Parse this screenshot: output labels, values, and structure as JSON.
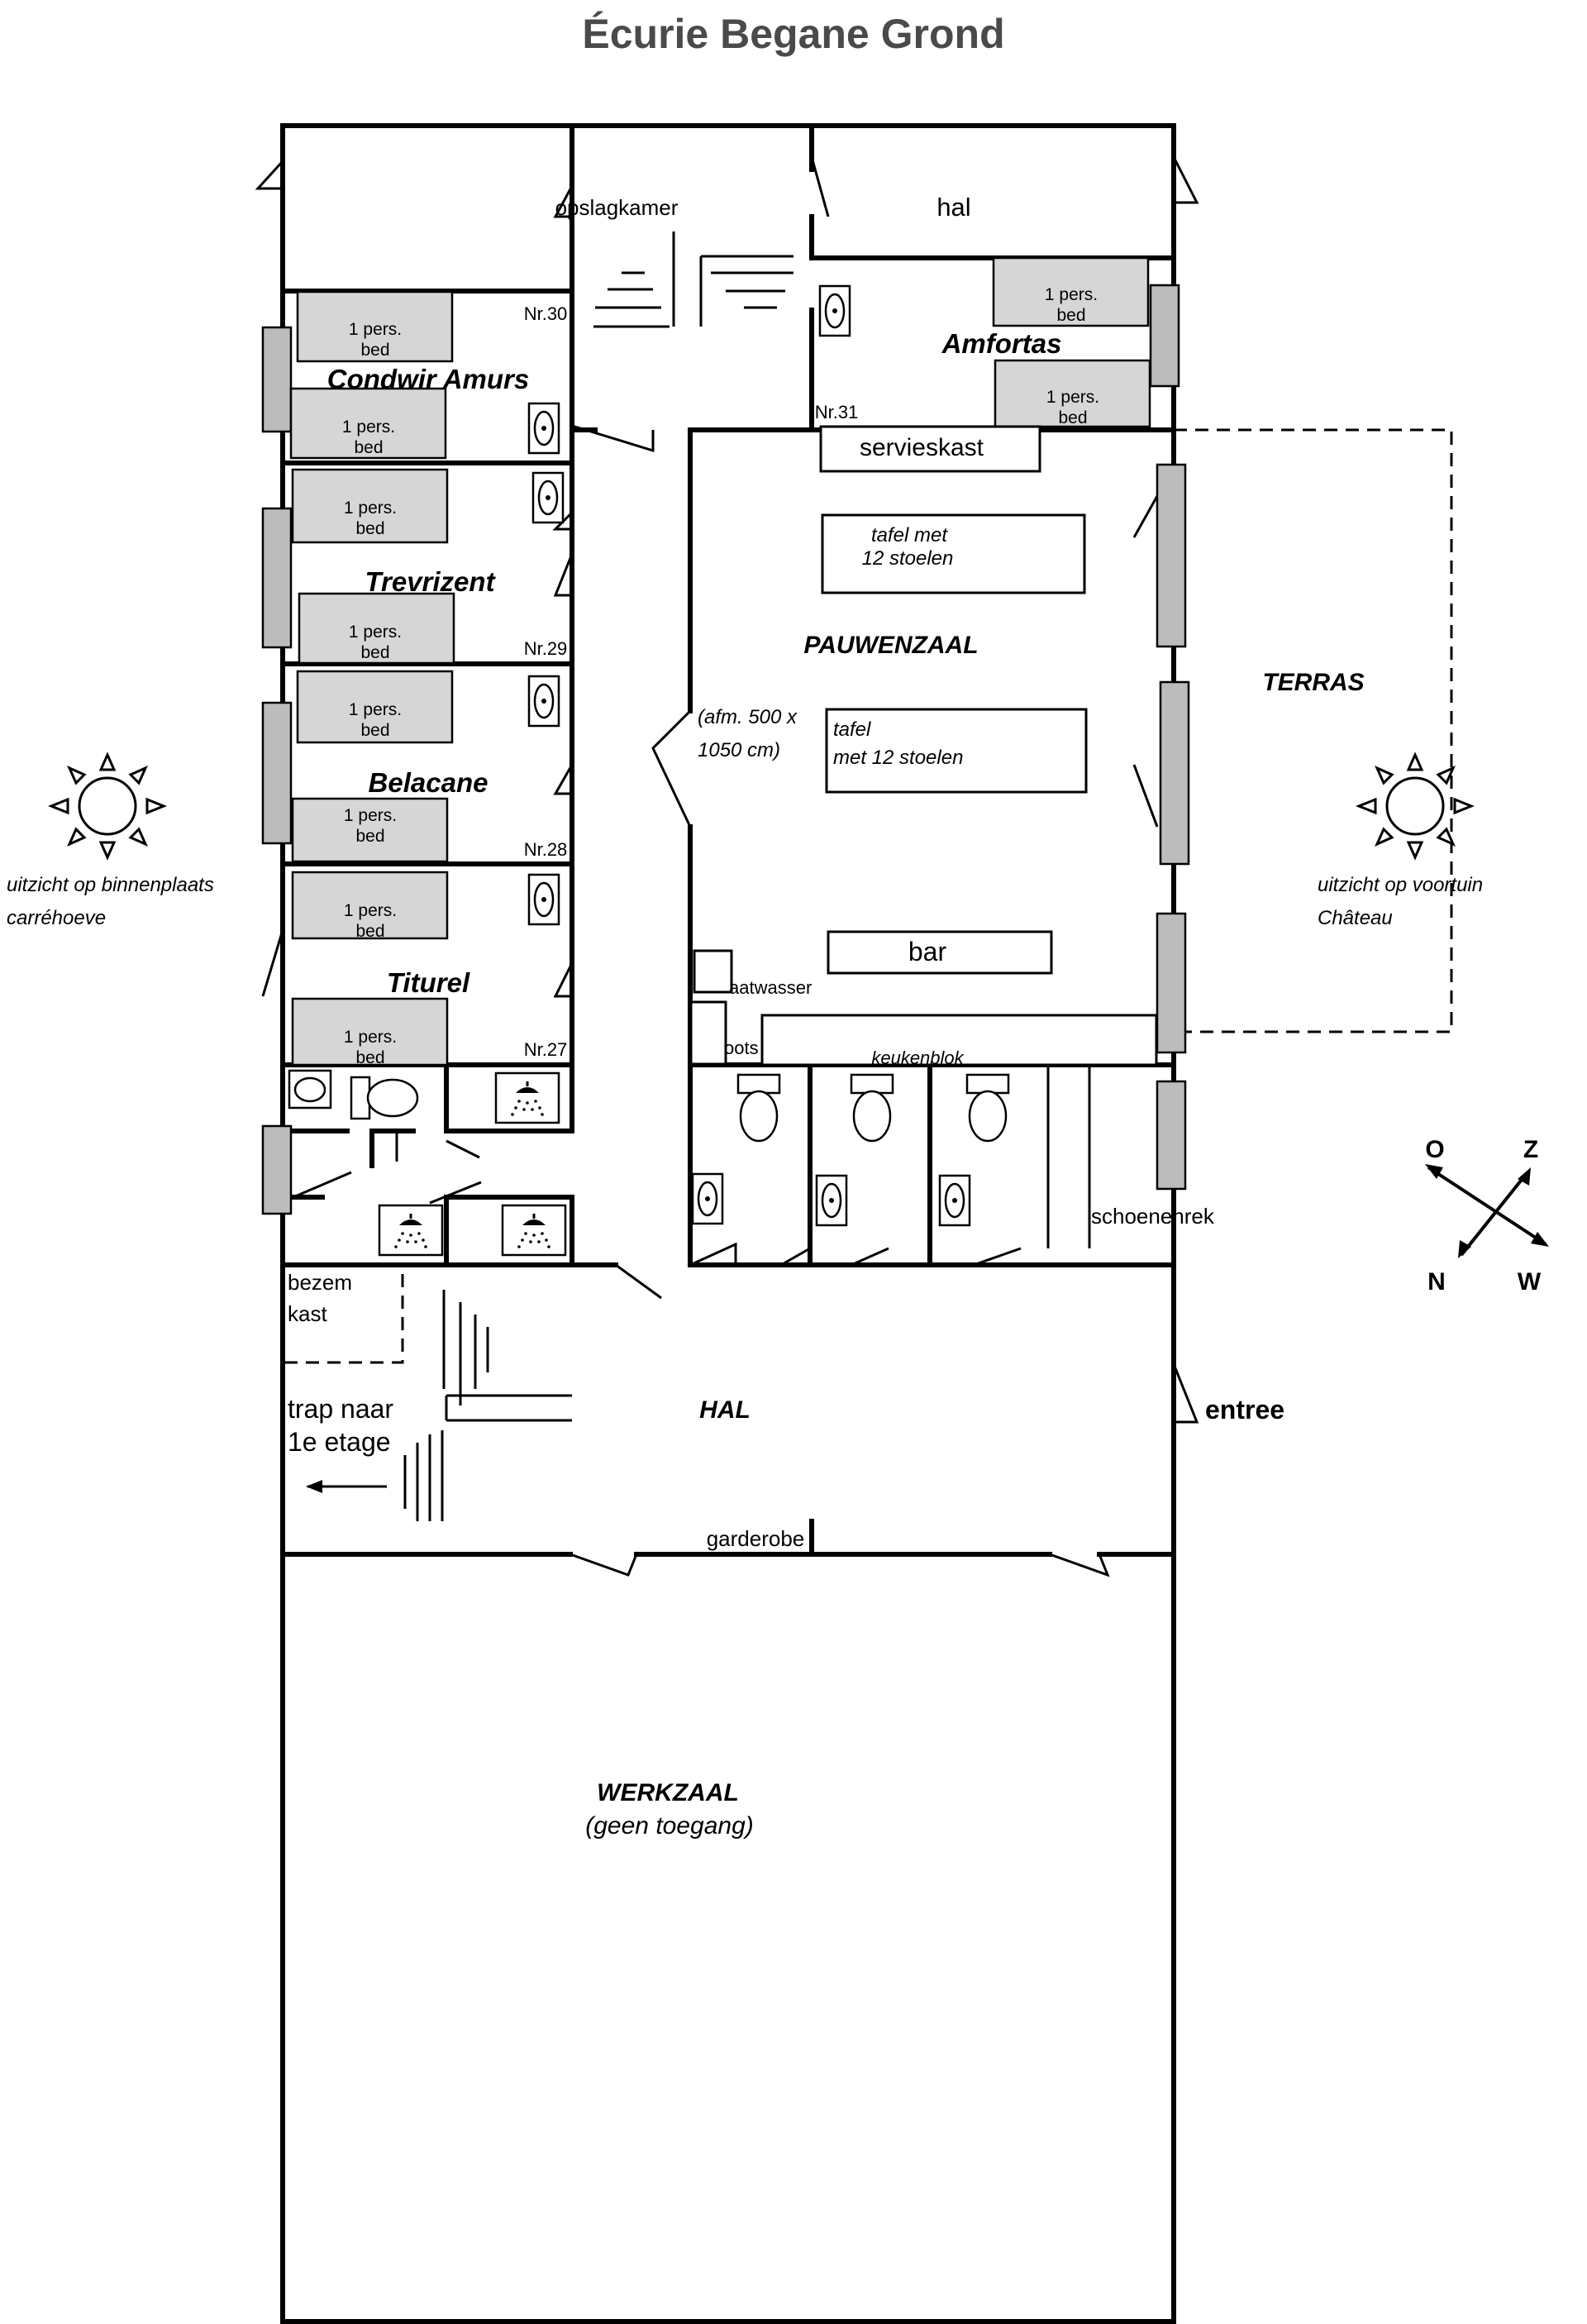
{
  "title": "Écurie Begane Grond",
  "rooms": {
    "opslagkamer": "opslagkamer",
    "hal_top": "hal",
    "condwir": "Condwir Amurs",
    "trevrizent": "Trevrizent",
    "belacane": "Belacane",
    "titurel": "Titurel",
    "amfortas": "Amfortas",
    "pauwenzaal": "PAUWENZAAL",
    "terras": "TERRAS",
    "hal_main": "HAL",
    "werkzaal": "WERKZAAL",
    "werkzaal_note": "(geen toegang)"
  },
  "room_numbers": {
    "nr30": "Nr.30",
    "nr29": "Nr.29",
    "nr28": "Nr.28",
    "nr27": "Nr.27",
    "nr31": "Nr.31"
  },
  "bed": {
    "line1": "1 pers.",
    "line2": "bed"
  },
  "furniture": {
    "servieskast": "servieskast",
    "tafel1_line1": "tafel met",
    "tafel1_line2": "12 stoelen",
    "tafel2_line1": "tafel",
    "tafel2_line2": "met 12 stoelen",
    "afm_line1": "(afm. 500 x",
    "afm_line2": "1050 cm)",
    "bar": "bar",
    "vaatwasser": "aatwasser",
    "spoelbak": "oots",
    "keukenblok": "keukenblok",
    "schoenenrek": "schoenenrek",
    "bezem_line1": "bezem",
    "bezem_line2": "kast",
    "trap_line1": "trap naar",
    "trap_line2": "1e etage",
    "garderobe": "garderobe",
    "entree": "entree"
  },
  "views": {
    "left_line1": "uitzicht op binnenplaats",
    "left_line2": "carréhoeve",
    "right_line1": "uitzicht op voortuin",
    "right_line2": "Château"
  },
  "compass": {
    "O": "O",
    "Z": "Z",
    "N": "N",
    "W": "W"
  },
  "icons": [
    "sun-icon",
    "sink-icon",
    "toilet-icon",
    "shower-icon",
    "bath-icon",
    "arrow-left-icon",
    "compass-arrows-icon"
  ]
}
